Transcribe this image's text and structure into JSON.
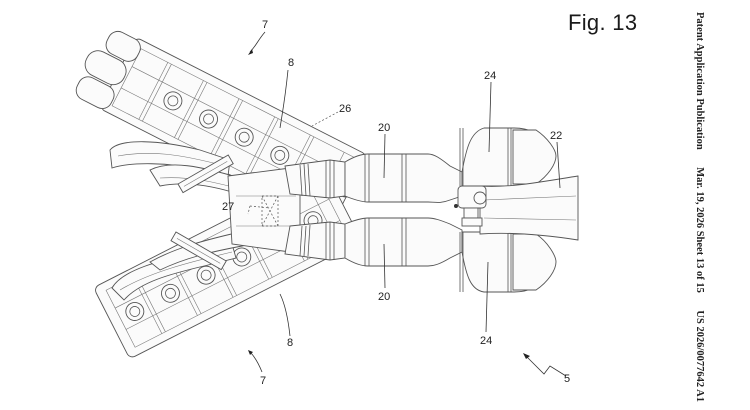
{
  "figure": {
    "title": "Fig. 13"
  },
  "header": {
    "publication_type": "Patent Application Publication",
    "date_sheet": "Mar. 19, 2026  Sheet 13 of 15",
    "publication_number": "US 2026/0077642 A1"
  },
  "reference_labels": {
    "engine_bank_top": "7",
    "engine_bank_bottom": "7",
    "cylinder_head_top": "8",
    "cylinder_head_bottom": "8",
    "catalyst_top": "20",
    "catalyst_bottom": "20",
    "muffler_top": "24",
    "muffler_bottom": "24",
    "tailpipe": "22",
    "manifold_part": "26",
    "crossover_part": "27",
    "exhaust_system": "5"
  },
  "colors": {
    "line": "#555555",
    "text": "#222222",
    "background": "#ffffff"
  }
}
